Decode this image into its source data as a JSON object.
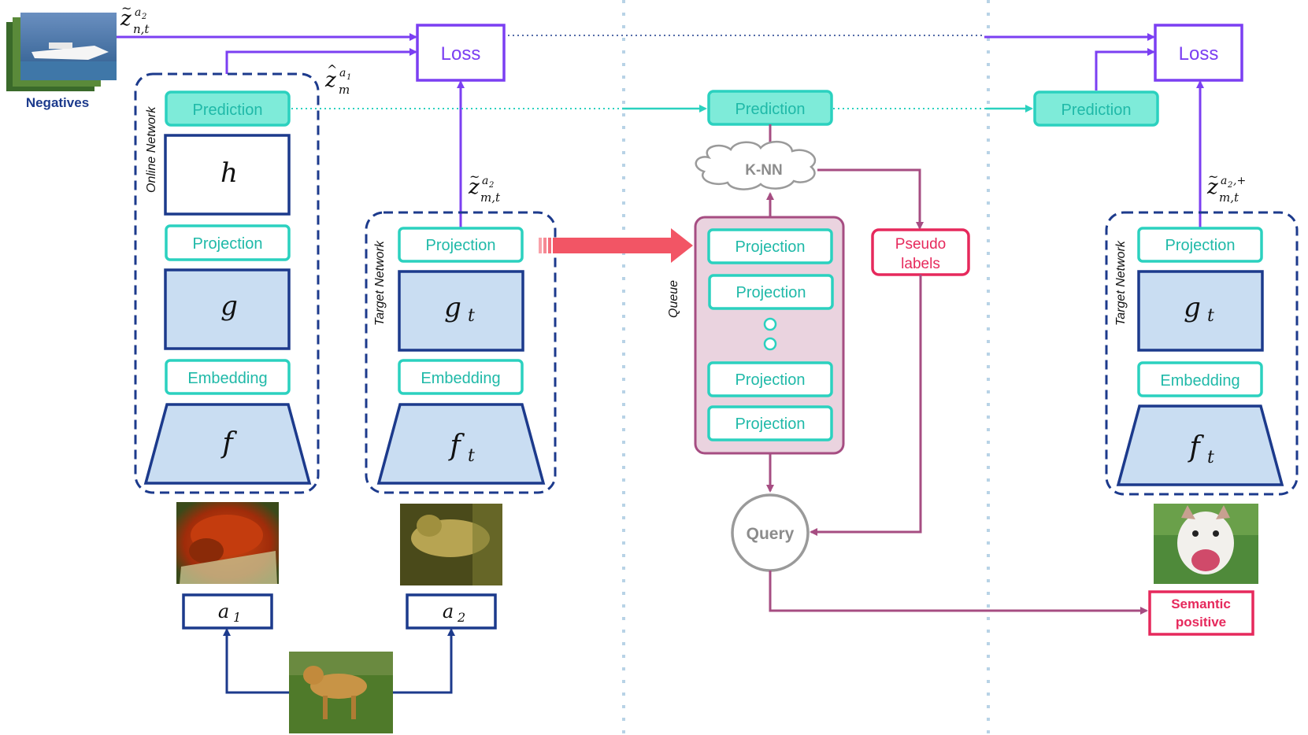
{
  "negatives_label": "Negatives",
  "loss_label": "Loss",
  "prediction_label": "Prediction",
  "projection_label": "Projection",
  "embedding_label": "Embedding",
  "online_network_label": "Online Network",
  "target_network_label": "Target Network",
  "queue_label": "Queue",
  "knn_label": "K-NN",
  "pseudo_labels": [
    "Pseudo",
    "labels"
  ],
  "query_label": "Query",
  "semantic_positive": [
    "Semantic",
    "positive"
  ],
  "online_h": "h",
  "online_g": "g",
  "online_f": "f",
  "target_g": "g",
  "target_f": "f",
  "target_sub": "t",
  "aug1": {
    "base": "a",
    "sub": "1"
  },
  "aug2": {
    "base": "a",
    "sub": "2"
  },
  "z_neg": {
    "base": "z",
    "sup": "a",
    "supsub": "2",
    "sub": "n,t"
  },
  "z_online": {
    "base": "z",
    "sup": "a",
    "supsub": "1",
    "sub": "m"
  },
  "z_target": {
    "base": "z",
    "sup": "a",
    "supsub": "2",
    "sub": "m,t"
  },
  "z_positive": {
    "base": "z",
    "sup": "a",
    "supsub": "2",
    "supextra": ",+",
    "sub": "m,t"
  },
  "colors": {
    "navy": "#1c3a8c",
    "teal": "#2bd1bf",
    "teal_fill": "#7eebd9",
    "purple": "#7b3ff2",
    "magenta": "#a64d82",
    "pink": "#e6295c",
    "queue_fill": "#ead3df",
    "block_fill": "#c9ddf2",
    "grey": "#9a9a9a",
    "salmon": "#f25565"
  }
}
